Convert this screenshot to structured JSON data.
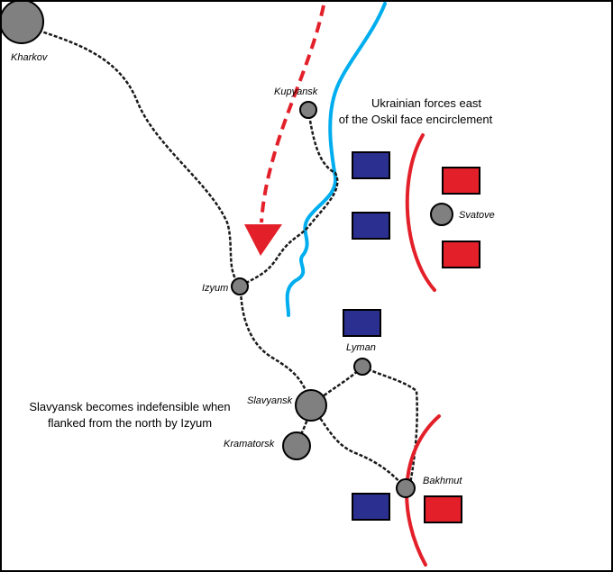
{
  "cities": [
    {
      "id": "kharkov",
      "label": "Kharkov"
    },
    {
      "id": "kupyansk",
      "label": "Kupyansk"
    },
    {
      "id": "svatove",
      "label": "Svatove"
    },
    {
      "id": "izyum",
      "label": "Izyum"
    },
    {
      "id": "lyman",
      "label": "Lyman"
    },
    {
      "id": "slavyansk",
      "label": "Slavyansk"
    },
    {
      "id": "kramatorsk",
      "label": "Kramatorsk"
    },
    {
      "id": "bakhmut",
      "label": "Bakhmut"
    }
  ],
  "notes": {
    "oskil_line1": "Ukrainian forces east",
    "oskil_line2": "of the Oskil face encirclement",
    "slavyansk_line1": "Slavyansk becomes indefensible when",
    "slavyansk_line2": "flanked from the north by Izyum"
  },
  "colors": {
    "ukrainian_unit": "#2b2f8f",
    "russian_unit": "#e3202a",
    "river": "#00aeef",
    "front_line": "#e3202a",
    "railway": "#1a1a1a",
    "city": "#808080"
  },
  "icons": {
    "attack_arrow": "red-dashed-arrow-icon",
    "ukrainian_unit": "blue-rectangle",
    "russian_unit": "red-rectangle"
  }
}
